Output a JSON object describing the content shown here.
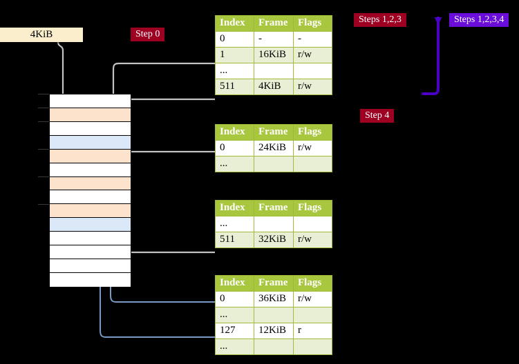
{
  "diagram": {
    "title_badges": [
      {
        "id": "step0",
        "label": "Step 0",
        "color": "#9e0021"
      },
      {
        "id": "steps123",
        "label": "Steps 1,2,3",
        "color": "#9e0021"
      },
      {
        "id": "steps1234",
        "label": "Steps 1,2,3,4",
        "color": "#6a0dd8"
      },
      {
        "id": "step4",
        "label": "Step 4",
        "color": "#9e0021"
      }
    ],
    "page_size_box": {
      "label": "4KiB"
    },
    "columns": [
      "Index",
      "Frame",
      "Flags"
    ],
    "tables": [
      {
        "id": "pml4",
        "rows": [
          {
            "cells": [
              "0",
              "-",
              "-"
            ],
            "style": "plain",
            "highlight": []
          },
          {
            "cells": [
              "1",
              "16KiB",
              "r/w"
            ],
            "style": "alt",
            "highlight": []
          },
          {
            "cells": [
              "...",
              "",
              ""
            ],
            "style": "plain",
            "highlight": []
          },
          {
            "cells": [
              "511",
              "4KiB",
              "r/w"
            ],
            "style": "alt",
            "highlight": [
              0,
              1,
              2
            ]
          }
        ]
      },
      {
        "id": "pdpt",
        "rows": [
          {
            "cells": [
              "0",
              "24KiB",
              "r/w"
            ],
            "style": "plain",
            "highlight": []
          },
          {
            "cells": [
              "...",
              "",
              ""
            ],
            "style": "alt",
            "highlight": []
          }
        ]
      },
      {
        "id": "pd",
        "rows": [
          {
            "cells": [
              "...",
              "",
              ""
            ],
            "style": "plain",
            "highlight": []
          },
          {
            "cells": [
              "511",
              "32KiB",
              "r/w"
            ],
            "style": "alt",
            "highlight": []
          }
        ]
      },
      {
        "id": "pt",
        "rows": [
          {
            "cells": [
              "0",
              "36KiB",
              "r/w"
            ],
            "style": "plain",
            "highlight": []
          },
          {
            "cells": [
              "...",
              "",
              ""
            ],
            "style": "alt",
            "highlight": []
          },
          {
            "cells": [
              "127",
              "12KiB",
              "r"
            ],
            "style": "plain",
            "highlight": []
          },
          {
            "cells": [
              "...",
              "",
              ""
            ],
            "style": "alt",
            "highlight": []
          }
        ]
      }
    ],
    "memory_rows": [
      {
        "index": 0,
        "fill": "white"
      },
      {
        "index": 1,
        "fill": "peach"
      },
      {
        "index": 2,
        "fill": "white"
      },
      {
        "index": 3,
        "fill": "blue"
      },
      {
        "index": 4,
        "fill": "peach"
      },
      {
        "index": 5,
        "fill": "white"
      },
      {
        "index": 6,
        "fill": "peach"
      },
      {
        "index": 7,
        "fill": "white"
      },
      {
        "index": 8,
        "fill": "peach"
      },
      {
        "index": 9,
        "fill": "blue"
      },
      {
        "index": 10,
        "fill": "white"
      },
      {
        "index": 11,
        "fill": "white"
      },
      {
        "index": 12,
        "fill": "white"
      },
      {
        "index": 13,
        "fill": "white"
      }
    ],
    "colors": {
      "background": "#000000",
      "table_header": "#a8c63e",
      "table_alt_row": "#e8efd4",
      "highlight": "#ffff99",
      "memory_peach": "#fde2cc",
      "memory_blue": "#dbe8f8",
      "wire_gray": "#c8c8c8",
      "wire_blue": "#7a9bc8",
      "badge_red": "#9e0021",
      "badge_purple": "#6a0dd8",
      "size_box": "#fbeecd"
    }
  }
}
